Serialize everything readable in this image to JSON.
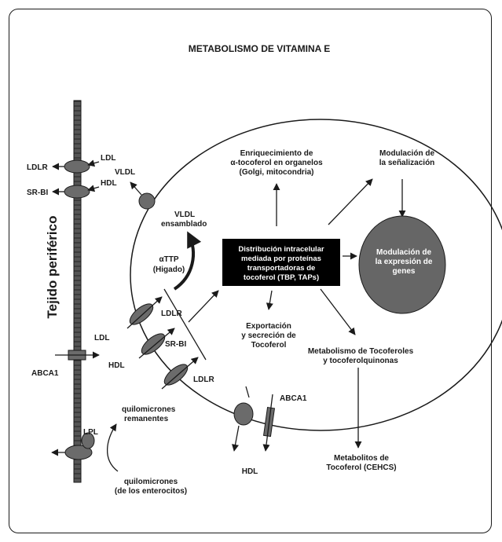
{
  "title": "METABOLISMO DE VITAMINA E",
  "colors": {
    "ink": "#1a1a1a",
    "receptor_fill": "#6b6b6b",
    "box_fill": "#000000",
    "box_text": "#ffffff",
    "nucleus_fill": "#666666",
    "background": "#ffffff"
  },
  "tissue": {
    "label": "Tejido periférico"
  },
  "receptors": {
    "ldlr_left": "LDLR",
    "ldl_left": "LDL",
    "srbi_left": "SR-BI",
    "hdl_left": "HDL",
    "abca1_left": "ABCA1",
    "lpl": "LPL"
  },
  "quilomicrones": {
    "remanentes_line1": "quilomicrones",
    "remanentes_line2": "remanentes",
    "enterocitos_line1": "quilomicrones",
    "enterocitos_line2": "(de los enterocitos)"
  },
  "vldl": {
    "label": "VLDL",
    "ensamblado_line1": "VLDL",
    "ensamblado_line2": "ensamblado"
  },
  "attp": {
    "line1": "αTTP",
    "line2": "(Higado)"
  },
  "uptake": {
    "ldl": "LDL",
    "ldlr_top": "LDLR",
    "hdl": "HDL",
    "srbi": "SR-BI",
    "ldlr_bottom": "LDLR"
  },
  "central_box": {
    "line1": "Distribución intracelular",
    "line2": "mediada por proteínas",
    "line3": "transportadoras de",
    "line4": "tocoferol (TBP, TAPs)"
  },
  "enrichment": {
    "line1": "Enriquecimiento de",
    "line2": "α-tocoferol en organelos",
    "line3": "(Golgi, mitocondria)"
  },
  "signaling": {
    "line1": "Modulación de",
    "line2": "la señalización"
  },
  "nucleus": {
    "line1": "Modulación de",
    "line2": "la expresión de",
    "line3": "genes"
  },
  "export": {
    "line1": "Exportación",
    "line2": "y secreción de",
    "line3": "Tocoferol"
  },
  "metabolism": {
    "line1": "Metabolismo de Tocoferoles",
    "line2": "y tocoferolquinonas"
  },
  "efflux": {
    "abca1": "ABCA1",
    "hdl": "HDL"
  },
  "metabolites": {
    "line1": "Metabolitos de",
    "line2": "Tocoferol (CEHCS)"
  }
}
